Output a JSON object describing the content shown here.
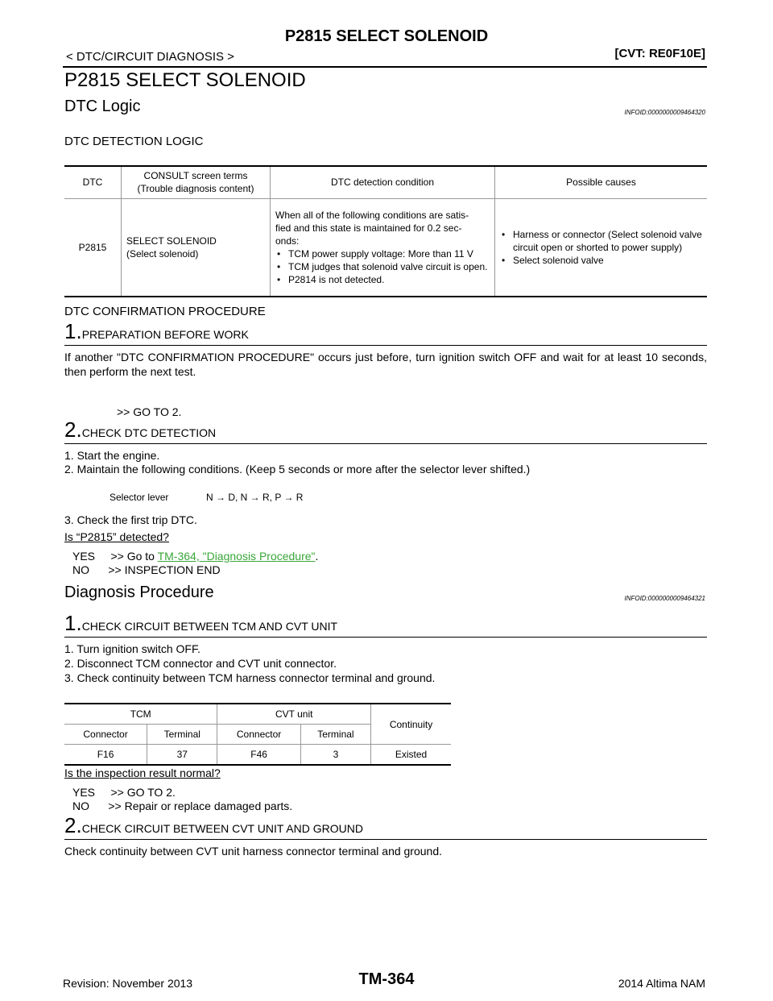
{
  "header": {
    "title": "P2815 SELECT SOLENOID",
    "section": "< DTC/CIRCUIT DIAGNOSIS >",
    "model": "[CVT: RE0F10E]"
  },
  "page_title": "P2815 SELECT SOLENOID",
  "dtc_logic": {
    "heading": "DTC Logic",
    "infoid": "INFOID:0000000009464320",
    "subheading": "DTC DETECTION LOGIC",
    "table": {
      "headers": [
        "DTC",
        "CONSULT screen terms\n(Trouble diagnosis content)",
        "DTC detection condition",
        "Possible causes"
      ],
      "dtc": "P2815",
      "consult": [
        "SELECT SOLENOID",
        "(Select solenoid)"
      ],
      "condition_intro": "When all of the following conditions are satis-\nfied and this state is maintained for 0.2 sec-\nonds:",
      "conditions": [
        "TCM power supply voltage: More than 11 V",
        "TCM judges that solenoid valve circuit is open.",
        "P2814 is not detected."
      ],
      "causes": [
        "Harness or connector (Select solenoid valve circuit open or shorted to power supply)",
        "Select solenoid valve"
      ]
    }
  },
  "confirmation": {
    "subheading": "DTC CONFIRMATION PROCEDURE",
    "step1": {
      "num": "1.",
      "title": "PREPARATION BEFORE WORK",
      "text": "If another \"DTC CONFIRMATION PROCEDURE\" occurs just before, turn ignition switch OFF and wait for at least 10 seconds, then perform the next test.",
      "goto": ">> GO TO 2."
    },
    "step2": {
      "num": "2.",
      "title": "CHECK DTC DETECTION",
      "item1": "1.  Start the engine.",
      "item2": "2.  Maintain the following conditions. (Keep 5 seconds or more after the selector lever shifted.)",
      "selector_label": "Selector lever",
      "selector_value": "N → D, N → R, P → R",
      "item3": "3.  Check the first trip DTC.",
      "question": "Is “P2815” detected?",
      "yes_prefix": "YES     >> Go to ",
      "yes_link": "TM-364, \"Diagnosis Procedure\"",
      "yes_suffix": ".",
      "no": "NO      >> INSPECTION END"
    }
  },
  "diagnosis": {
    "heading": "Diagnosis Procedure",
    "infoid": "INFOID:0000000009464321",
    "step1": {
      "num": "1.",
      "title": "CHECK CIRCUIT BETWEEN TCM AND CVT UNIT",
      "item1": "1.  Turn ignition switch OFF.",
      "item2": "2.  Disconnect TCM connector and CVT unit connector.",
      "item3": "3.  Check continuity between TCM harness connector terminal and ground.",
      "table": {
        "group1": "TCM",
        "group2": "CVT unit",
        "continuity": "Continuity",
        "sub": [
          "Connector",
          "Terminal",
          "Connector",
          "Terminal"
        ],
        "row": [
          "F16",
          "37",
          "F46",
          "3",
          "Existed"
        ]
      },
      "question": "Is the inspection result normal?",
      "yes": "YES     >> GO TO 2.",
      "no": "NO      >> Repair or replace damaged parts."
    },
    "step2": {
      "num": "2.",
      "title": "CHECK CIRCUIT BETWEEN CVT UNIT AND GROUND",
      "text": "Check continuity between CVT unit harness connector terminal and ground."
    }
  },
  "footer": {
    "revision": "Revision: November 2013",
    "page": "TM-364",
    "vehicle": "2014 Altima NAM"
  }
}
